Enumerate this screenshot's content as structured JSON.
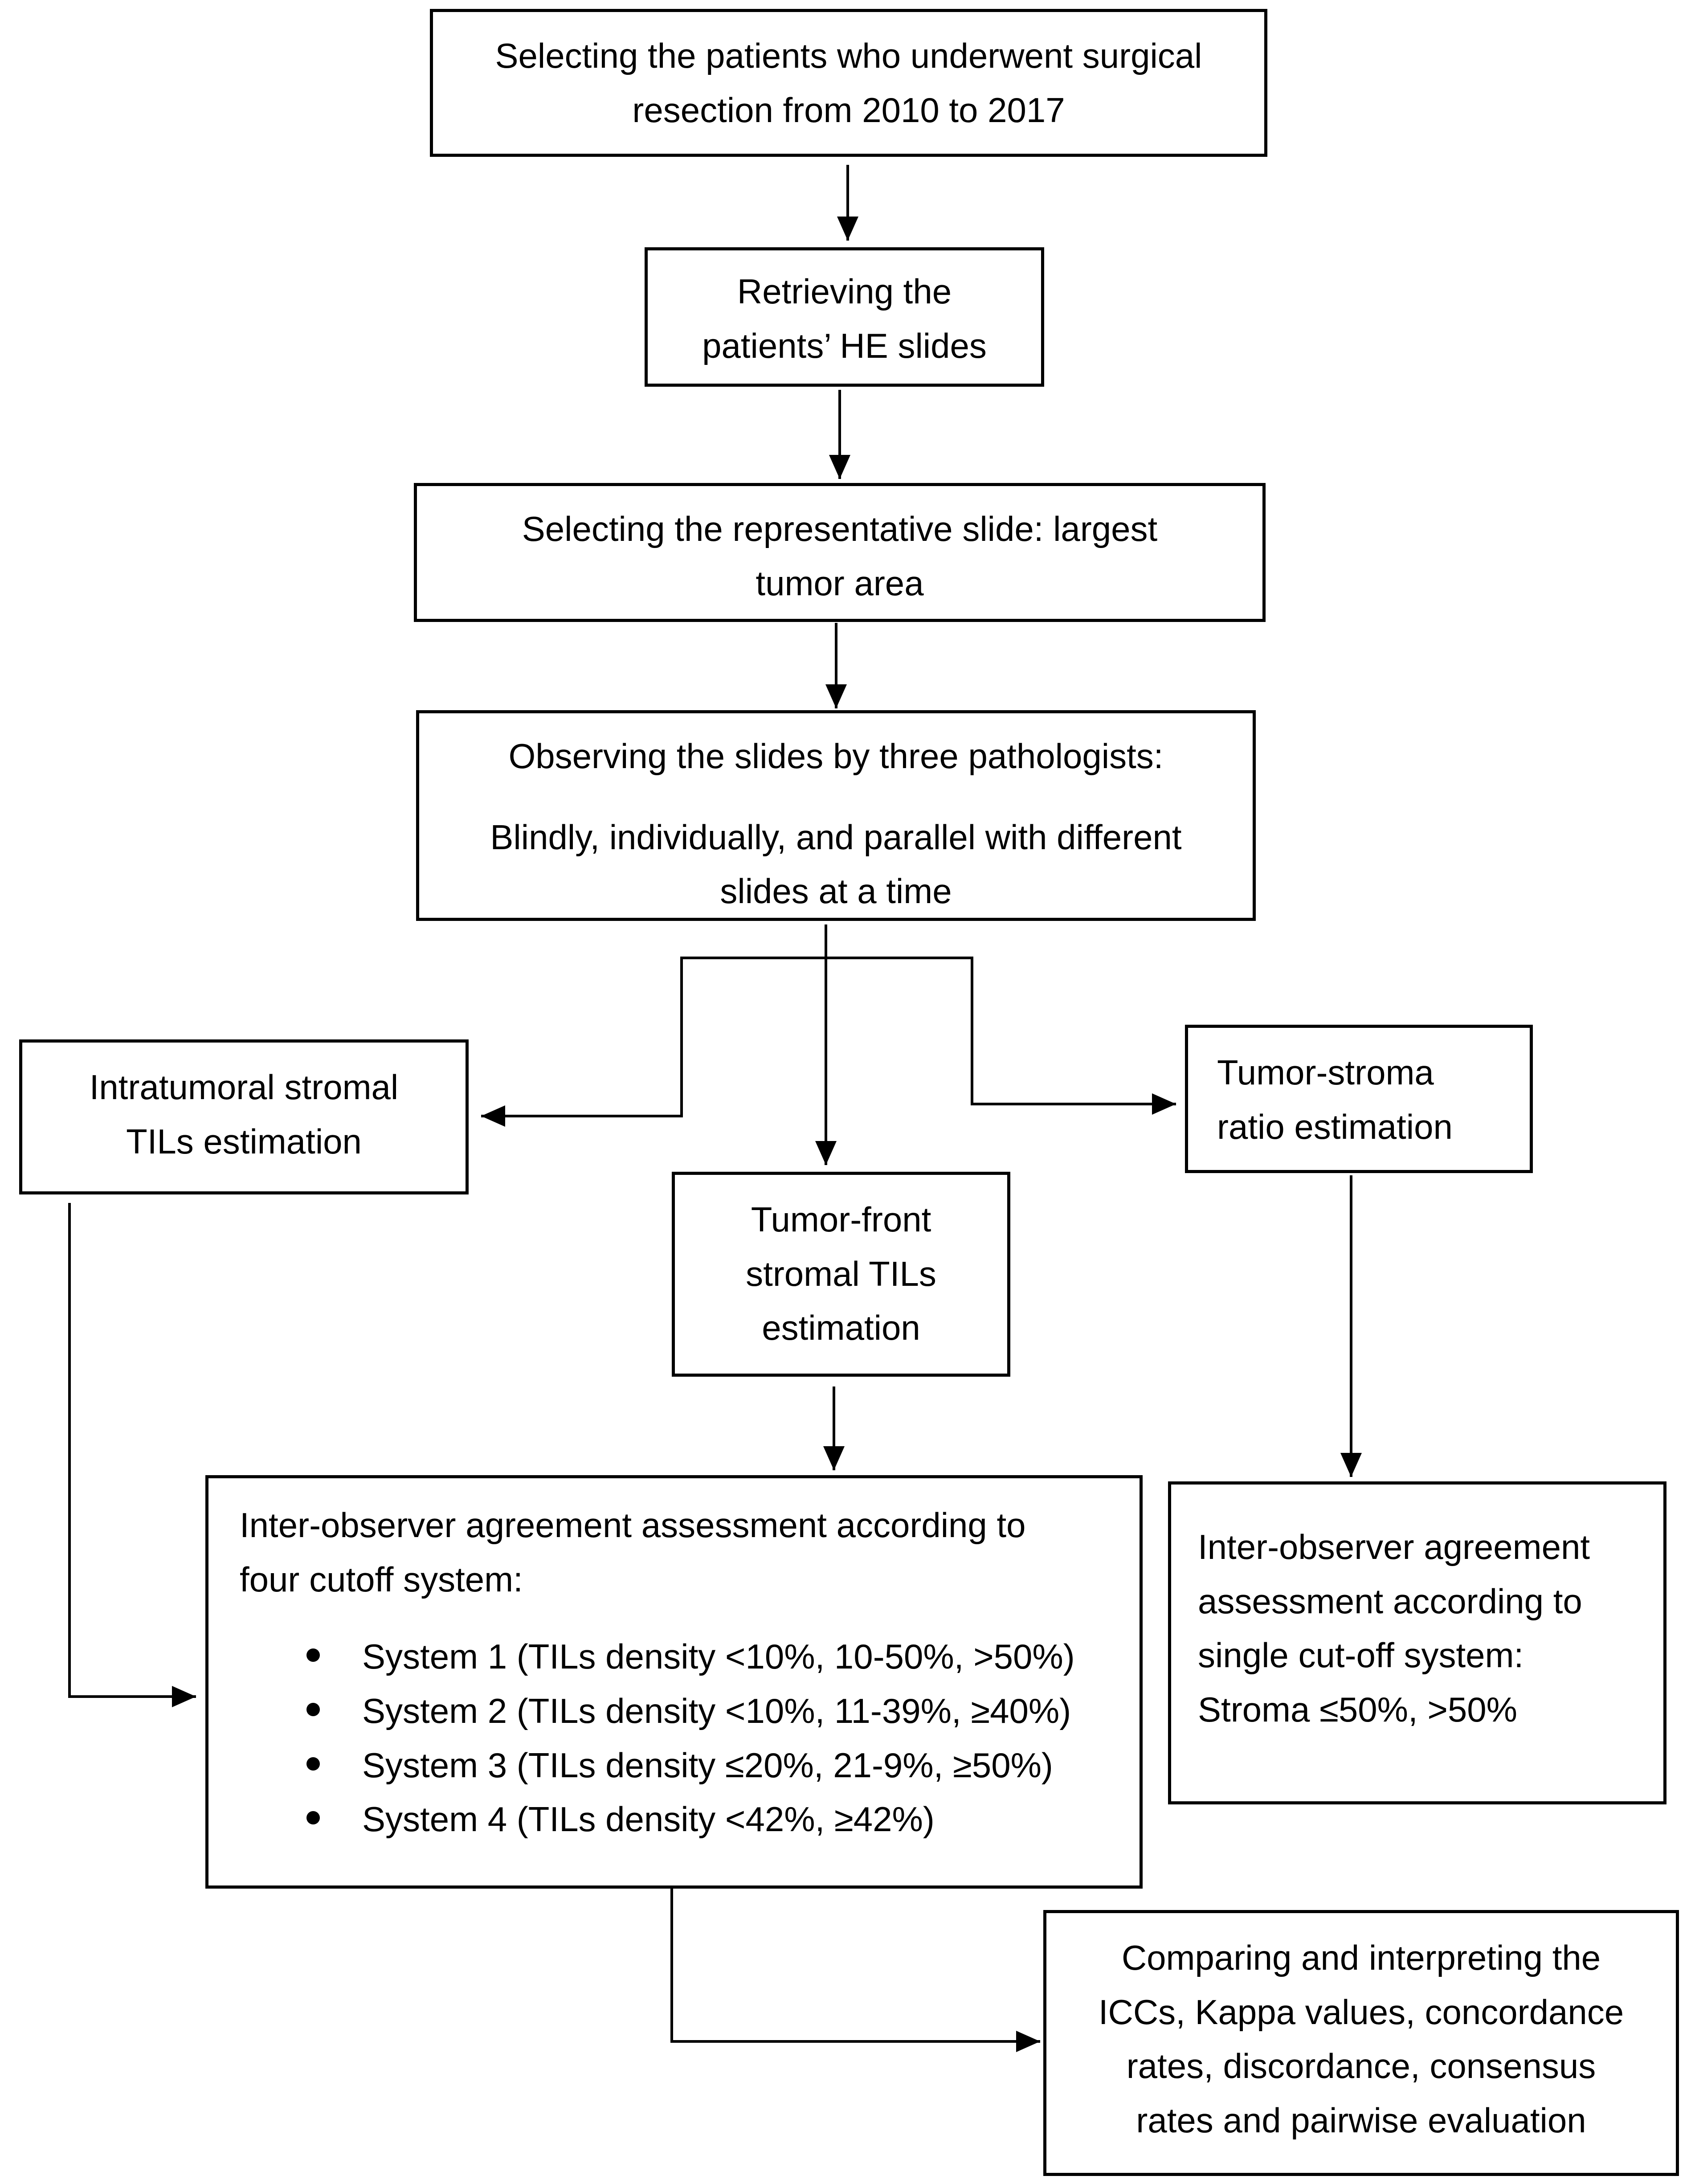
{
  "nodes": {
    "select_patients": {
      "lines": [
        "Selecting the patients who underwent surgical",
        "resection from 2010 to 2017"
      ]
    },
    "retrieve_slides": {
      "lines": [
        "Retrieving the",
        "patients’ HE slides"
      ]
    },
    "representative_slide": {
      "lines": [
        "Selecting the representative slide: largest",
        "tumor area"
      ]
    },
    "observing": {
      "heading": "Observing the slides by three pathologists:",
      "lines": [
        "Blindly, individually, and parallel with different",
        "slides at a time"
      ]
    },
    "intratumoral": {
      "lines": [
        "Intratumoral stromal",
        "TILs estimation"
      ]
    },
    "tumor_front": {
      "lines": [
        "Tumor-front",
        "stromal TILs",
        "estimation"
      ]
    },
    "tumor_stroma": {
      "lines": [
        "Tumor-stroma",
        "ratio estimation"
      ]
    },
    "agreement_four": {
      "lines": [
        "Inter-observer agreement assessment according to",
        "four cutoff system:"
      ],
      "systems": [
        "System 1 (TILs density <10%, 10-50%, >50%)",
        "System 2 (TILs density <10%, 11-39%, ≥40%)",
        "System 3 (TILs density ≤20%, 21-9%, ≥50%)",
        "System 4 (TILs density <42%, ≥42%)"
      ]
    },
    "agreement_single": {
      "lines": [
        "Inter-observer agreement",
        "assessment according to",
        "single cut-off system:",
        "Stroma ≤50%, >50%"
      ]
    },
    "comparing": {
      "lines": [
        "Comparing and interpreting the",
        "ICCs, Kappa values, concordance",
        "rates, discordance, consensus",
        "rates and pairwise evaluation"
      ]
    }
  }
}
